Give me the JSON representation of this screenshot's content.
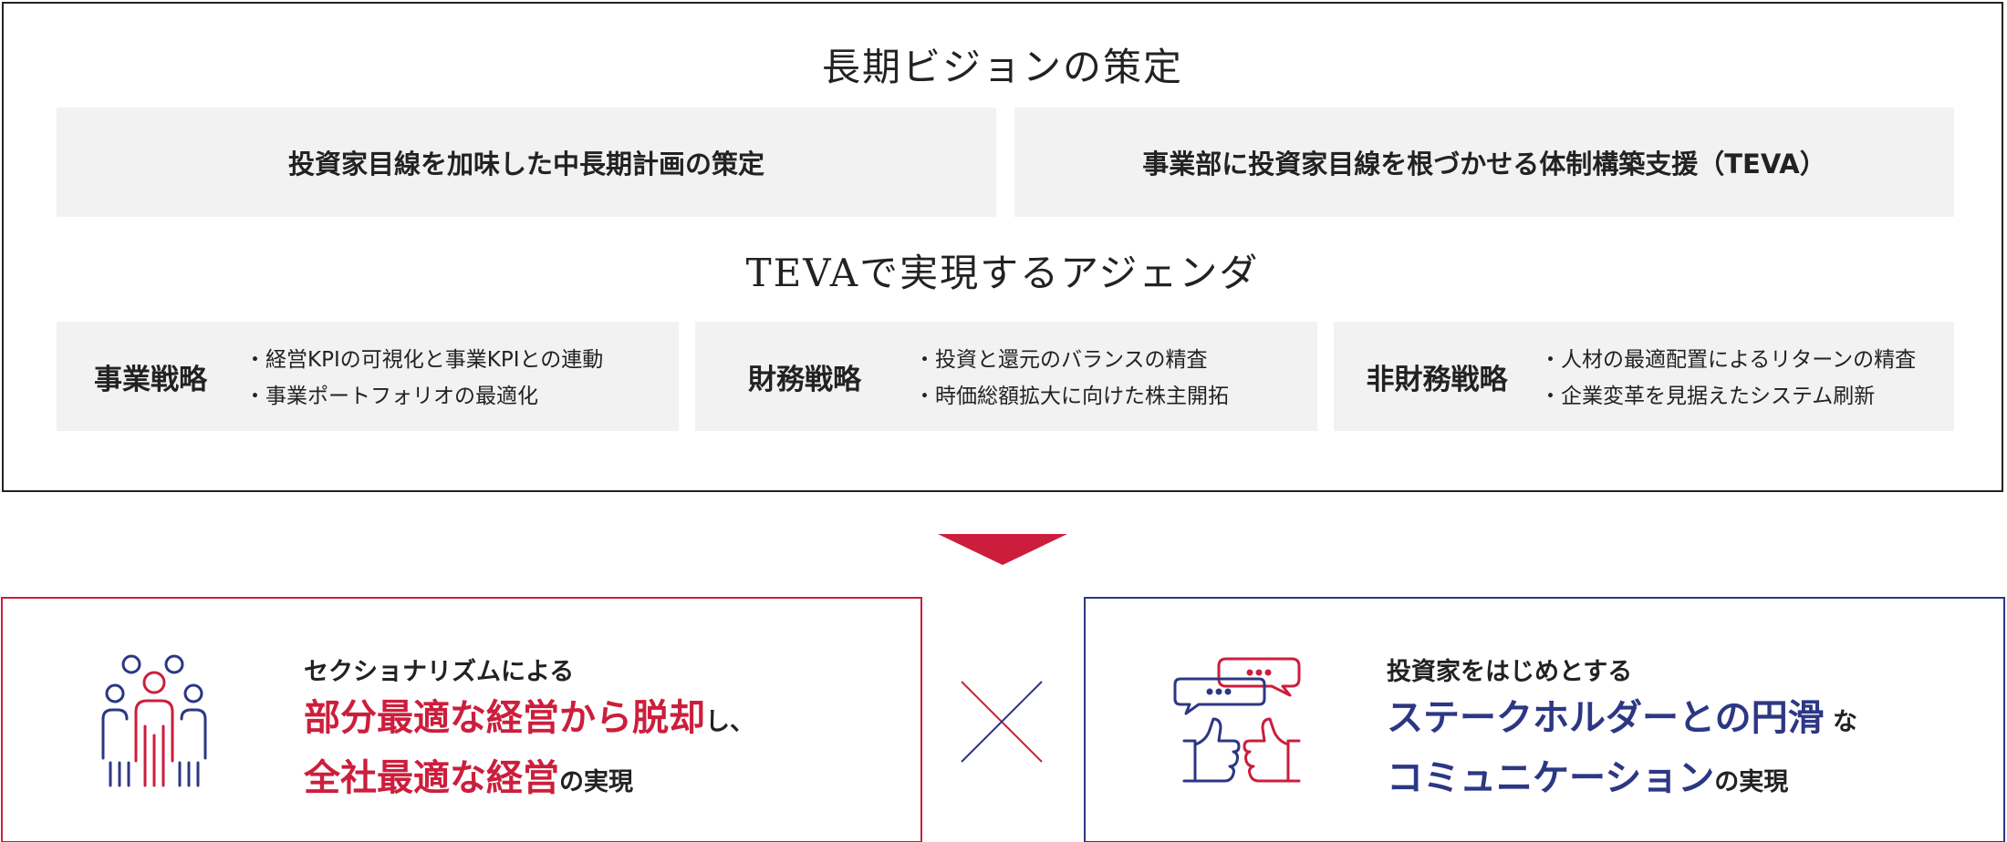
{
  "top_section": {
    "heading_1": "長期ビジョンの策定",
    "plan_boxes": [
      "投資家目線を加味した中長期計画の策定",
      "事業部に投資家目線を根づかせる体制構築支援（TEVA）"
    ],
    "heading_2": "TEVAで実現するアジェンダ",
    "agendas": [
      {
        "title": "事業戦略",
        "items": [
          "経営KPIの可視化と事業KPIとの連動",
          "事業ポートフォリオの最適化"
        ]
      },
      {
        "title": "財務戦略",
        "items": [
          "投資と還元のバランスの精査",
          "時価総額拡大に向けた株主開拓"
        ]
      },
      {
        "title": "非財務戦略",
        "items": [
          "人材の最適配置によるリターンの精査",
          "企業変革を見据えたシステム刷新"
        ]
      }
    ]
  },
  "results": {
    "left": {
      "icon": "team-people-icon",
      "lead": "セクショナリズムによる",
      "emphasis_1": "部分最適な経営から脱却",
      "tail_1": "し、",
      "emphasis_2": "全社最適な経営",
      "tail_2": "の実現"
    },
    "right": {
      "icon": "chat-thumbs-up-icon",
      "lead": "投資家をはじめとする",
      "emphasis_1": "ステークホルダーとの円滑",
      "tail_1": " な",
      "emphasis_2": "コミュニケーション",
      "tail_2": "の実現"
    }
  },
  "colors": {
    "accent_red": "#cc1e3c",
    "accent_navy": "#2c3784",
    "box_gray": "#f2f2f2",
    "text_dark": "#222222"
  }
}
